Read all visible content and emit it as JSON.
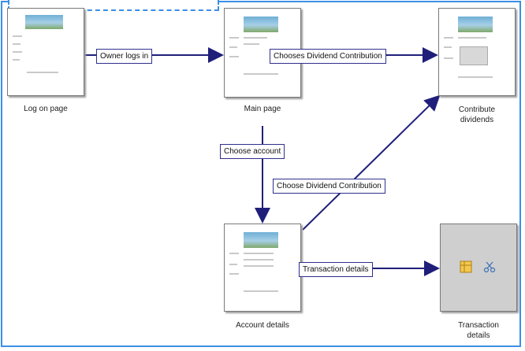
{
  "header_tab": {
    "text": ""
  },
  "nodes": [
    {
      "id": "login",
      "caption": "Log on page"
    },
    {
      "id": "main",
      "caption": "Main page"
    },
    {
      "id": "contribute",
      "caption": "Contribute\ndividends"
    },
    {
      "id": "account",
      "caption": "Account details"
    },
    {
      "id": "transaction",
      "caption": "Transaction\ndetails"
    }
  ],
  "edges": [
    {
      "from": "login",
      "to": "main",
      "label": "Owner logs in"
    },
    {
      "from": "main",
      "to": "contribute",
      "label": "Chooses Dividend Contribution"
    },
    {
      "from": "main",
      "to": "account",
      "label": "Choose account"
    },
    {
      "from": "account",
      "to": "contribute",
      "label": "Choose Dividend Contribution"
    },
    {
      "from": "account",
      "to": "transaction",
      "label": "Transaction details"
    }
  ],
  "colors": {
    "arrow": "#1f1f7a",
    "frame": "#3b8fe6",
    "label_border": "#2f2f8f"
  },
  "icons": {
    "transaction_node": [
      "table-icon",
      "scissors-icon"
    ]
  }
}
